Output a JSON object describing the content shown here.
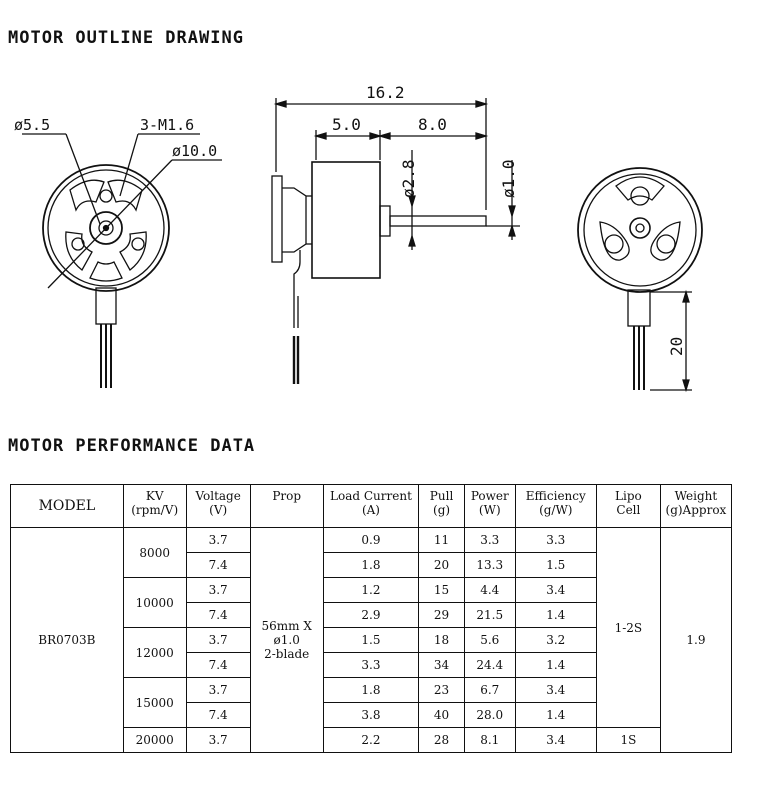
{
  "headings": {
    "outline": "MOTOR OUTLINE DRAWING",
    "performance": "MOTOR PERFORMANCE DATA"
  },
  "drawing": {
    "front_labels": {
      "shaft_dia": "ø5.5",
      "holes": "3-M1.6",
      "body_dia": "ø10.0"
    },
    "side_labels": {
      "length": "16.2",
      "bell": "5.0",
      "shaft_len": "8.0",
      "hub_dia": "ø2.8",
      "shaft_dia": "ø1.0"
    },
    "back_labels": {
      "wire_len": "20"
    }
  },
  "table": {
    "headers": {
      "model": "MODEL",
      "kv": [
        "KV",
        "(rpm/V)"
      ],
      "voltage": [
        "Voltage",
        "(V)"
      ],
      "prop": "Prop",
      "current": [
        "Load Current",
        "(A)"
      ],
      "pull": [
        "Pull",
        "(g)"
      ],
      "power": [
        "Power",
        "(W)"
      ],
      "efficiency": [
        "Efficiency",
        "(g/W)"
      ],
      "lipo": [
        "Lipo",
        "Cell"
      ],
      "weight": [
        "Weight",
        "(g)Approx"
      ]
    },
    "model": "BR0703B",
    "prop": [
      "56mm X ø1.0",
      "2-blade"
    ],
    "lipo_main": "1-2S",
    "lipo_last": "1S",
    "weight": "1.9",
    "kv_groups": [
      "8000",
      "10000",
      "12000",
      "15000",
      "20000"
    ],
    "rows": [
      {
        "voltage": "3.7",
        "current": "0.9",
        "pull": "11",
        "power": "3.3",
        "efficiency": "3.3"
      },
      {
        "voltage": "7.4",
        "current": "1.8",
        "pull": "20",
        "power": "13.3",
        "efficiency": "1.5"
      },
      {
        "voltage": "3.7",
        "current": "1.2",
        "pull": "15",
        "power": "4.4",
        "efficiency": "3.4"
      },
      {
        "voltage": "7.4",
        "current": "2.9",
        "pull": "29",
        "power": "21.5",
        "efficiency": "1.4"
      },
      {
        "voltage": "3.7",
        "current": "1.5",
        "pull": "18",
        "power": "5.6",
        "efficiency": "3.2"
      },
      {
        "voltage": "7.4",
        "current": "3.3",
        "pull": "34",
        "power": "24.4",
        "efficiency": "1.4"
      },
      {
        "voltage": "3.7",
        "current": "1.8",
        "pull": "23",
        "power": "6.7",
        "efficiency": "3.4"
      },
      {
        "voltage": "7.4",
        "current": "3.8",
        "pull": "40",
        "power": "28.0",
        "efficiency": "1.4"
      },
      {
        "voltage": "3.7",
        "current": "2.2",
        "pull": "28",
        "power": "8.1",
        "efficiency": "3.4"
      }
    ]
  }
}
